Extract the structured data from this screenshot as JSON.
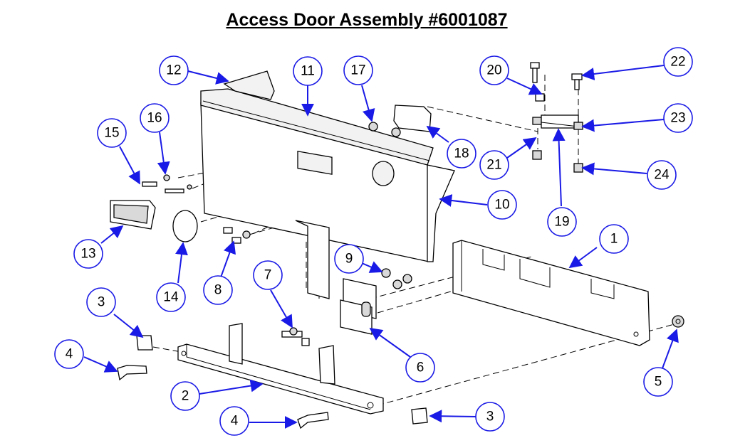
{
  "title": "Access Door Assembly #6001087",
  "callouts": [
    {
      "id": "c1",
      "label": "1"
    },
    {
      "id": "c2",
      "label": "2"
    },
    {
      "id": "c3a",
      "label": "3"
    },
    {
      "id": "c3b",
      "label": "3"
    },
    {
      "id": "c4a",
      "label": "4"
    },
    {
      "id": "c4b",
      "label": "4"
    },
    {
      "id": "c5",
      "label": "5"
    },
    {
      "id": "c6",
      "label": "6"
    },
    {
      "id": "c7",
      "label": "7"
    },
    {
      "id": "c8",
      "label": "8"
    },
    {
      "id": "c9",
      "label": "9"
    },
    {
      "id": "c10",
      "label": "10"
    },
    {
      "id": "c11",
      "label": "11"
    },
    {
      "id": "c12",
      "label": "12"
    },
    {
      "id": "c13",
      "label": "13"
    },
    {
      "id": "c14",
      "label": "14"
    },
    {
      "id": "c15",
      "label": "15"
    },
    {
      "id": "c16",
      "label": "16"
    },
    {
      "id": "c17",
      "label": "17"
    },
    {
      "id": "c18",
      "label": "18"
    },
    {
      "id": "c19",
      "label": "19"
    },
    {
      "id": "c20",
      "label": "20"
    },
    {
      "id": "c21",
      "label": "21"
    },
    {
      "id": "c22",
      "label": "22"
    },
    {
      "id": "c23",
      "label": "23"
    },
    {
      "id": "c24",
      "label": "24"
    }
  ],
  "colors": {
    "callout": "#1a1ae6",
    "line": "#000000",
    "fill": "#f2f2f2"
  }
}
